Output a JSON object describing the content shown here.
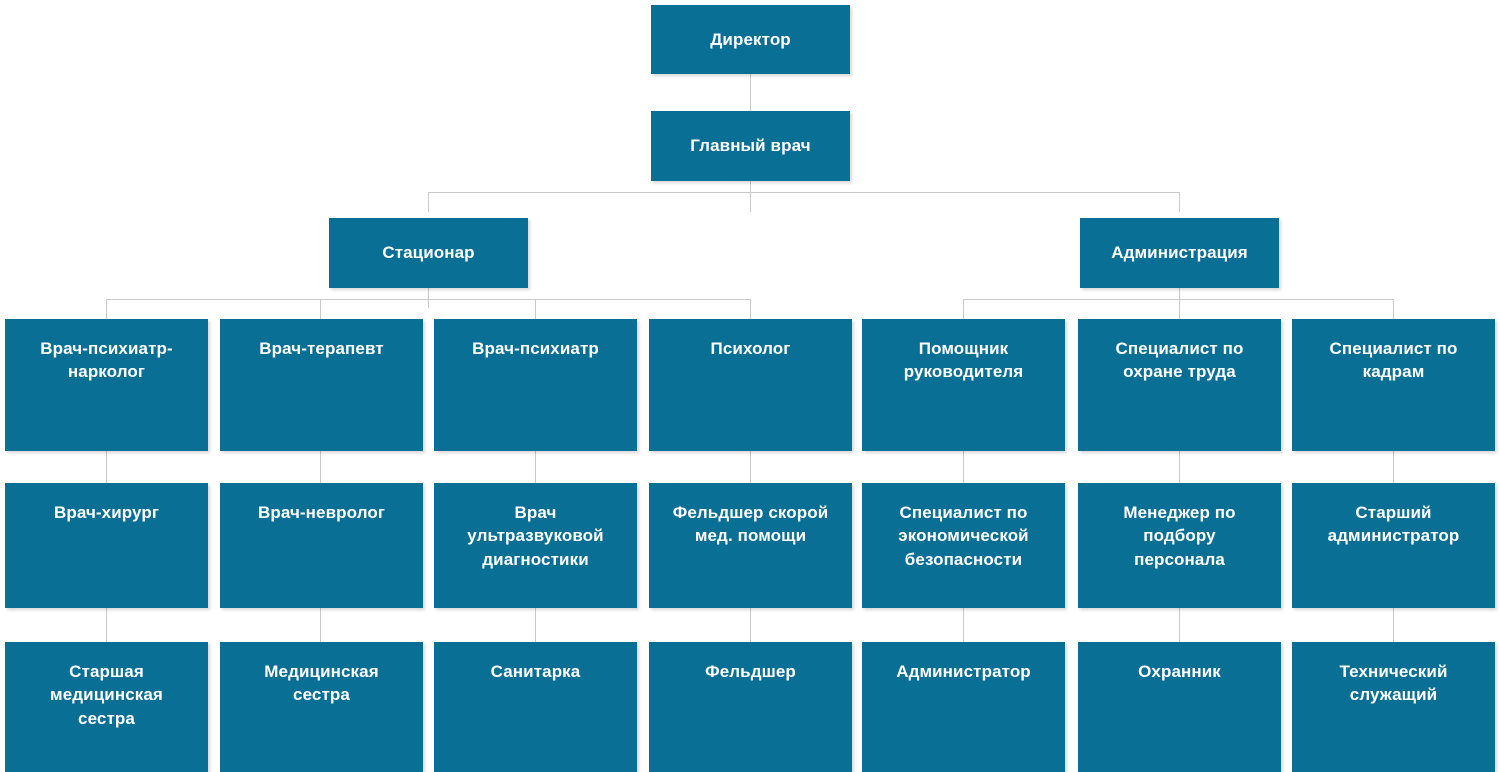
{
  "chart_data": {
    "type": "diagram",
    "diagram_kind": "org-chart",
    "title": "",
    "orientation": "top-down",
    "box_color": "#0a6f94",
    "text_color": "#ffffff",
    "connector_color": "#c9c9c9",
    "background": "#ffffff",
    "levels": 5
  },
  "nodes": {
    "director": {
      "label": "Директор"
    },
    "chief_doctor": {
      "label": "Главный врач"
    },
    "hospital": {
      "label": "Стационар"
    },
    "administration": {
      "label": "Администрация"
    },
    "psychiatrist_narcologist": {
      "label": "Врач-психиатр-\nнарколог"
    },
    "therapist": {
      "label": "Врач-терапевт"
    },
    "psychiatrist": {
      "label": "Врач-психиатр"
    },
    "psychologist": {
      "label": "Психолог"
    },
    "head_assistant": {
      "label": "Помощник\nруководителя"
    },
    "labor_safety_specialist": {
      "label": "Специалист по\nохране труда"
    },
    "hr_specialist": {
      "label": "Специалист по\nкадрам"
    },
    "surgeon": {
      "label": "Врач-хирург"
    },
    "neurologist": {
      "label": "Врач-невролог"
    },
    "ultrasound_doctor": {
      "label": "Врач\nультразвуковой\nдиагностики"
    },
    "emergency_paramedic": {
      "label": "Фельдшер скорой\nмед. помощи"
    },
    "economic_security_specialist": {
      "label": "Специалист по\nэкономической\nбезопасности"
    },
    "recruitment_manager": {
      "label": "Менеджер по\nподбору\nперсонала"
    },
    "senior_administrator": {
      "label": "Старший\nадминистратор"
    },
    "head_nurse": {
      "label": "Старшая\nмедицинская\nсестра"
    },
    "nurse": {
      "label": "Медицинская\nсестра"
    },
    "orderly": {
      "label": "Санитарка"
    },
    "paramedic": {
      "label": "Фельдшер"
    },
    "administrator": {
      "label": "Администратор"
    },
    "security_guard": {
      "label": "Охранник"
    },
    "technical_staff": {
      "label": "Технический\nслужащий"
    }
  }
}
